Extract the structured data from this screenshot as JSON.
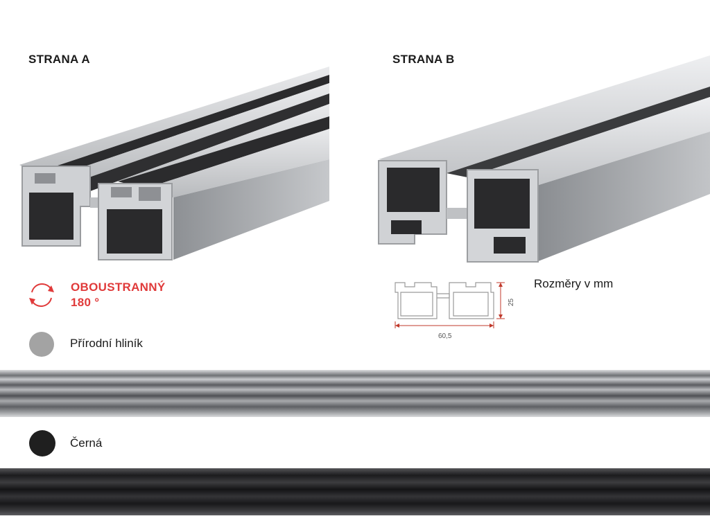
{
  "side_a": {
    "title": "STRANA A"
  },
  "side_b": {
    "title": "STRANA B"
  },
  "reversible": {
    "line1": "OBOUSTRANNÝ",
    "line2": "180 °",
    "icon": "rotate-icon",
    "color": "#e03a3a"
  },
  "dimensions": {
    "caption": "Rozměry v  mm",
    "width_label": "60,5",
    "height_label": "25"
  },
  "colors": [
    {
      "name": "Přírodní hliník",
      "swatch": "#a3a3a3"
    },
    {
      "name": "Černá",
      "swatch": "#1f1f1f"
    }
  ]
}
